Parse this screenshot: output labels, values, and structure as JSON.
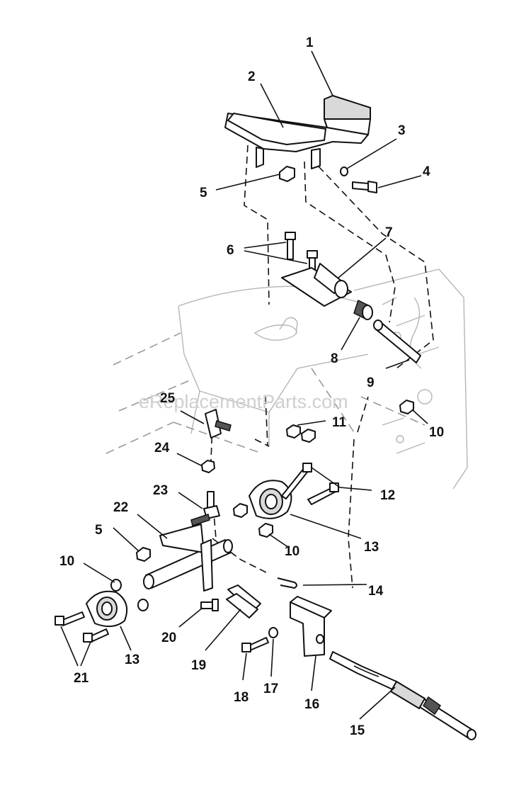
{
  "watermark": "eReplacementParts.com",
  "callouts": {
    "c1": "1",
    "c2": "2",
    "c3": "3",
    "c4": "4",
    "c5a": "5",
    "c6": "6",
    "c7": "7",
    "c8": "8",
    "c9": "9",
    "c10a": "10",
    "c11": "11",
    "c12": "12",
    "c13a": "13",
    "c14": "14",
    "c15": "15",
    "c16": "16",
    "c17": "17",
    "c18": "18",
    "c19": "19",
    "c20": "20",
    "c21": "21",
    "c22": "22",
    "c23": "23",
    "c24": "24",
    "c25": "25",
    "c5b": "5",
    "c10b": "10",
    "c10c": "10",
    "c13b": "13"
  }
}
